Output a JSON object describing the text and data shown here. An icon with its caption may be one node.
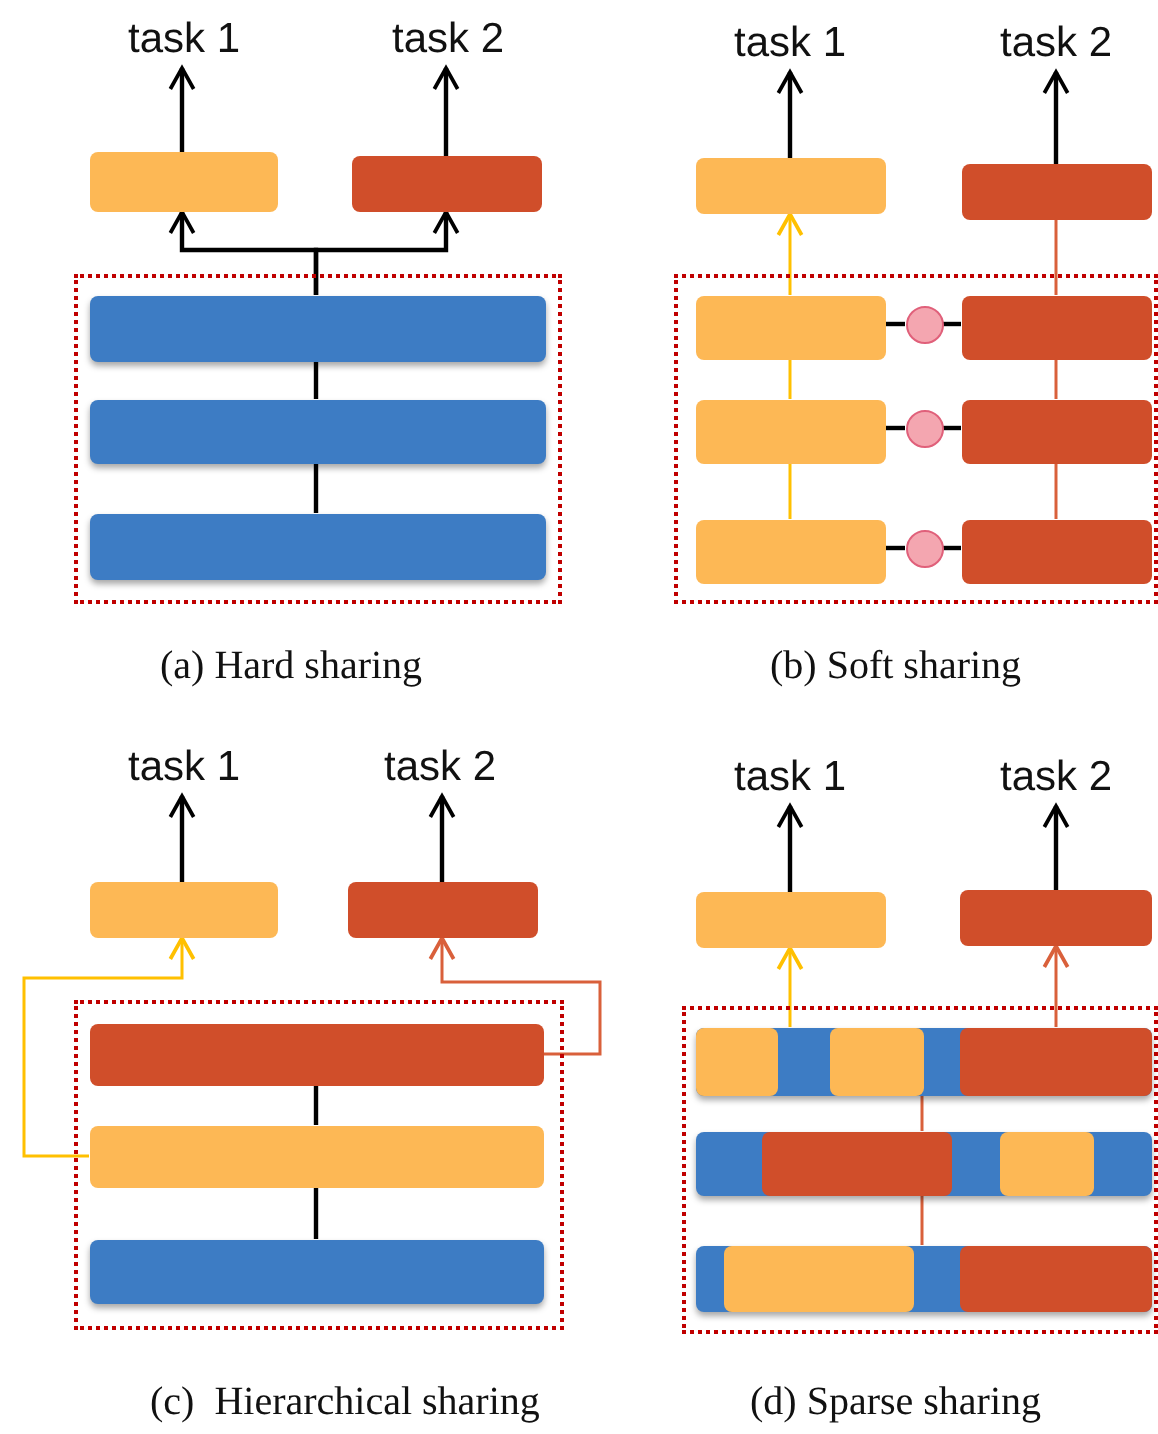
{
  "diagram": {
    "nodes": [
      {
        "text": [
          "task 1"
        ]
      },
      {
        "text": [
          "task 2"
        ]
      },
      {
        "text": [],
        "shape": "box"
      },
      {
        "text": [],
        "shape": "box"
      },
      {
        "text": [],
        "shape": "box"
      },
      {
        "text": [],
        "shape": "box",
        "in": 4
      },
      {
        "text": [],
        "shape": "box",
        "in": 4
      },
      {
        "text": [],
        "shape": "box",
        "in": 4
      },
      {
        "text": [
          "task 1"
        ]
      },
      {
        "text": [
          "task 2"
        ]
      },
      {
        "text": [],
        "shape": "box"
      },
      {
        "text": [],
        "shape": "box"
      },
      {
        "text": [],
        "shape": "box"
      },
      {
        "text": [],
        "shape": "box",
        "in": 12
      },
      {
        "text": [],
        "shape": "box",
        "in": 12
      },
      {
        "text": [],
        "shape": "circle",
        "in": 12
      },
      {
        "text": [],
        "shape": "box",
        "in": 12
      },
      {
        "text": [],
        "shape": "box",
        "in": 12
      },
      {
        "text": [],
        "shape": "circle",
        "in": 12
      },
      {
        "text": [],
        "shape": "box",
        "in": 12
      },
      {
        "text": [],
        "shape": "box",
        "in": 12
      },
      {
        "text": [],
        "shape": "circle",
        "in": 12
      },
      {
        "text": [
          "task 1"
        ]
      },
      {
        "text": [
          "task 2"
        ]
      },
      {
        "text": [],
        "shape": "box"
      },
      {
        "text": [],
        "shape": "box"
      },
      {
        "text": [],
        "shape": "box"
      },
      {
        "text": [],
        "shape": "box",
        "in": 26
      },
      {
        "text": [],
        "shape": "box",
        "in": 26
      },
      {
        "text": [],
        "shape": "box",
        "in": 26
      },
      {
        "text": [
          "task 1"
        ]
      },
      {
        "text": [
          "task 2"
        ]
      },
      {
        "text": [],
        "shape": "box"
      },
      {
        "text": [],
        "shape": "box"
      },
      {
        "text": [],
        "shape": "box"
      },
      {
        "text": [],
        "shape": "bar",
        "in": 34
      },
      {
        "text": [],
        "shape": "box",
        "in": 35
      },
      {
        "text": [],
        "shape": "box",
        "in": 35
      },
      {
        "text": [],
        "shape": "box",
        "in": 35
      },
      {
        "text": [],
        "shape": "bar",
        "in": 34
      },
      {
        "text": [],
        "shape": "box",
        "in": 39
      },
      {
        "text": [],
        "shape": "box",
        "in": 39
      },
      {
        "text": [],
        "shape": "bar",
        "in": 34
      },
      {
        "text": [],
        "shape": "box",
        "in": 42
      },
      {
        "text": [],
        "shape": "box",
        "in": 42
      }
    ],
    "edges": [
      {
        "from": 2,
        "to": 0,
        "arrow": "to"
      },
      {
        "from": 3,
        "to": 1,
        "arrow": "to"
      },
      {
        "from": 5,
        "to": 2,
        "arrow": "to"
      },
      {
        "from": 5,
        "to": 3,
        "arrow": "to"
      },
      {
        "from": 6,
        "to": 5,
        "arrow": "none"
      },
      {
        "from": 7,
        "to": 6,
        "arrow": "none"
      },
      {
        "from": 10,
        "to": 8,
        "arrow": "to"
      },
      {
        "from": 11,
        "to": 9,
        "arrow": "to"
      },
      {
        "from": 13,
        "to": 10,
        "arrow": "to",
        "color": "#ffc000"
      },
      {
        "from": 16,
        "to": 13,
        "arrow": "none",
        "color": "#ffc000"
      },
      {
        "from": 19,
        "to": 16,
        "arrow": "none",
        "color": "#ffc000"
      },
      {
        "from": 14,
        "to": 11,
        "arrow": "none",
        "color": "#d9603b"
      },
      {
        "from": 17,
        "to": 14,
        "arrow": "none",
        "color": "#d9603b"
      },
      {
        "from": 20,
        "to": 17,
        "arrow": "none",
        "color": "#d9603b"
      },
      {
        "from": 13,
        "to": 15,
        "arrow": "none"
      },
      {
        "from": 15,
        "to": 14,
        "arrow": "none"
      },
      {
        "from": 16,
        "to": 18,
        "arrow": "none"
      },
      {
        "from": 18,
        "to": 17,
        "arrow": "none"
      },
      {
        "from": 19,
        "to": 21,
        "arrow": "none"
      },
      {
        "from": 21,
        "to": 20,
        "arrow": "none"
      },
      {
        "from": 24,
        "to": 22,
        "arrow": "to"
      },
      {
        "from": 25,
        "to": 23,
        "arrow": "to"
      },
      {
        "from": 28,
        "to": 24,
        "arrow": "to",
        "color": "#ffc000"
      },
      {
        "from": 27,
        "to": 25,
        "arrow": "to",
        "color": "#d9603b"
      },
      {
        "from": 28,
        "to": 27,
        "arrow": "none"
      },
      {
        "from": 29,
        "to": 28,
        "arrow": "none"
      },
      {
        "from": 32,
        "to": 30,
        "arrow": "to"
      },
      {
        "from": 33,
        "to": 31,
        "arrow": "to"
      },
      {
        "from": 35,
        "to": 32,
        "arrow": "to",
        "color": "#ffc000"
      },
      {
        "from": 38,
        "to": 33,
        "arrow": "to",
        "color": "#d9603b"
      },
      {
        "from": 40,
        "to": 35,
        "arrow": "none",
        "color": "#d9603b"
      },
      {
        "from": 42,
        "to": 40,
        "arrow": "none",
        "color": "#d9603b"
      }
    ],
    "labels": [
      "(a) Hard sharing",
      "(b) Soft sharing",
      "(c)  Hierarchical sharing",
      "(d) Sparse sharing"
    ]
  }
}
